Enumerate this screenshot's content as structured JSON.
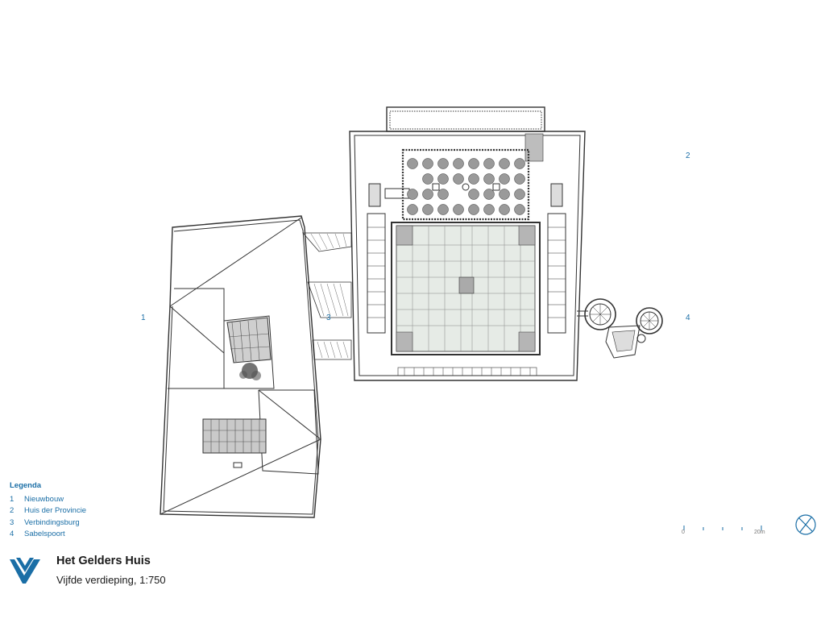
{
  "labels": {
    "one": "1",
    "two": "2",
    "three": "3",
    "four": "4"
  },
  "legend": {
    "title": "Legenda",
    "items": [
      {
        "num": "1",
        "name": "Nieuwbouw"
      },
      {
        "num": "2",
        "name": "Huis der Provincie"
      },
      {
        "num": "3",
        "name": "Verbindingsburg"
      },
      {
        "num": "4",
        "name": "Sabelspoort"
      }
    ]
  },
  "title": "Het Gelders Huis",
  "subtitle": "Vijfde verdieping, 1:750",
  "scale": {
    "start": "0",
    "end": "20m"
  },
  "colors": {
    "accent": "#1a6ea6",
    "line": "#333333",
    "glass": "#e6ebe6"
  },
  "icons": {
    "logo": "gelderland-logo-icon",
    "north": "north-arrow-icon"
  }
}
